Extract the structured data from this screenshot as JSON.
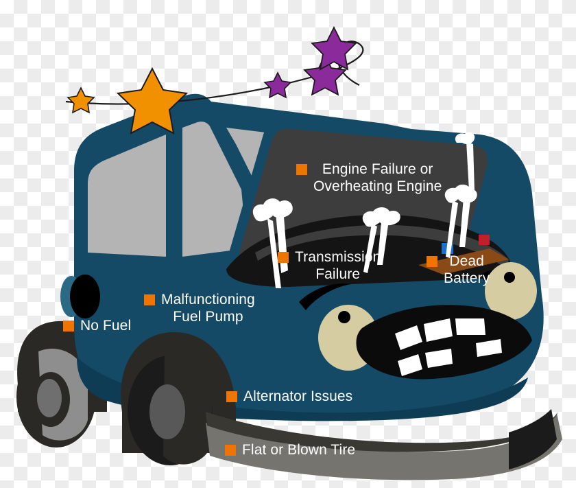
{
  "figure": {
    "title": "Broken down cartoon car with labelled common breakdown causes",
    "subject": "dark blue cartoon van with open hood, angry face, steam and swirling stars",
    "bullet_color": "#f07500",
    "text_color": "#ffffff",
    "body_color": "#154a66",
    "body_shade_color": "#0f3c55",
    "hood_color": "#3d3d3d",
    "engine_bay_color": "#141414",
    "bumper_color": "#76746f",
    "wheel_color": "#2b2925",
    "hub_color": "#7a7a7a",
    "window_color": "#b4b4b4",
    "eye_color": "#d6cca2",
    "pupil_color": "#000000",
    "tooth_color": "#ffffff",
    "steam_color": "#ffffff",
    "star_orange": "#f29100",
    "star_purple": "#8b2a9b",
    "battery_color": "#8a4a17",
    "battery_terminal_blue": "#1b6fd1",
    "battery_terminal_red": "#c0202a"
  },
  "labels": [
    {
      "id": "engine-failure",
      "lines": [
        "Engine Failure or",
        "Overheating Engine"
      ],
      "align": "center"
    },
    {
      "id": "transmission-failure",
      "lines": [
        "Transmission",
        "Failure"
      ],
      "align": "center"
    },
    {
      "id": "dead-battery",
      "lines": [
        "Dead",
        "Battery"
      ],
      "align": "center"
    },
    {
      "id": "malfunctioning-fuel-pump",
      "lines": [
        "Malfunctioning",
        "Fuel Pump"
      ],
      "align": "center"
    },
    {
      "id": "no-fuel",
      "lines": [
        "No Fuel"
      ],
      "align": "left"
    },
    {
      "id": "alternator-issues",
      "lines": [
        "Alternator Issues"
      ],
      "align": "left"
    },
    {
      "id": "flat-or-blown-tire",
      "lines": [
        "Flat or Blown Tire"
      ],
      "align": "left"
    }
  ],
  "label_text": {
    "engine_failure_line1": "Engine Failure or",
    "engine_failure_line2": "Overheating Engine",
    "transmission_line1": "Transmission",
    "transmission_line2": "Failure",
    "battery_line1": "Dead",
    "battery_line2": "Battery",
    "fuel_pump_line1": "Malfunctioning",
    "fuel_pump_line2": "Fuel Pump",
    "no_fuel": "No Fuel",
    "alternator": "Alternator Issues",
    "tire": "Flat or Blown Tire"
  },
  "decorations": {
    "stars": [
      {
        "name": "star-small-orange-left",
        "color": "#f29100",
        "size": 24
      },
      {
        "name": "star-large-orange",
        "color": "#f29100",
        "size": 62
      },
      {
        "name": "star-small-purple",
        "color": "#8b2a9b",
        "size": 24
      },
      {
        "name": "star-medium-purple",
        "color": "#8b2a9b",
        "size": 38
      },
      {
        "name": "star-top-purple",
        "color": "#8b2a9b",
        "size": 42
      }
    ],
    "swirl": "thin black curved dizziness line passing through the stars",
    "steam_wisps": 3
  }
}
